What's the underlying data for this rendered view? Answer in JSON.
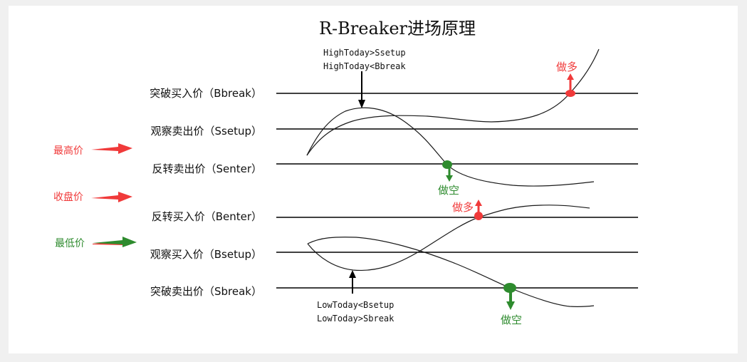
{
  "title": "R-Breaker进场原理",
  "levels": [
    {
      "label": "突破买入价（Bbreak）",
      "key": "Bbreak"
    },
    {
      "label": "观察卖出价（Ssetup）",
      "key": "Ssetup"
    },
    {
      "label": "反转卖出价（Senter）",
      "key": "Senter"
    },
    {
      "label": "反转买入价（Benter）",
      "key": "Benter"
    },
    {
      "label": "观察买入价（Bsetup）",
      "key": "Bsetup"
    },
    {
      "label": "突破卖出价（Sbreak）",
      "key": "Sbreak"
    }
  ],
  "price_refs": [
    {
      "label": "最高价",
      "color": "#f03a3a"
    },
    {
      "label": "收盘价",
      "color": "#f03a3a"
    },
    {
      "label": "最低价",
      "color": "#2e8b2e"
    }
  ],
  "conditions": {
    "high": [
      "HighToday>Ssetup",
      "HighToday<Bbreak"
    ],
    "low": [
      "LowToday<Bsetup",
      "LowToday>Sbreak"
    ]
  },
  "signals": {
    "long_top": "做多",
    "short_top": "做空",
    "long_bottom": "做多",
    "short_bottom": "做空"
  },
  "colors": {
    "long": "#f03a3a",
    "short": "#2e8b2e",
    "line": "#000000"
  }
}
